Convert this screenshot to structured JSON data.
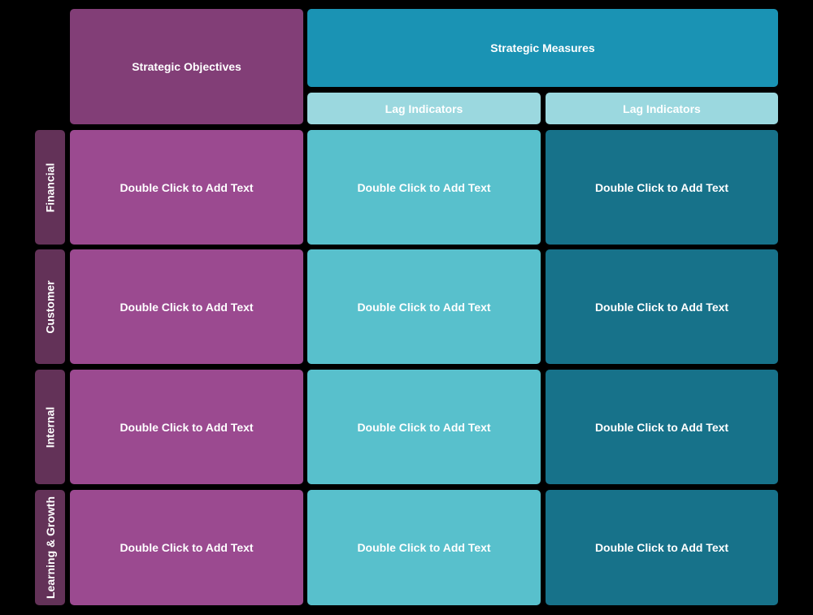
{
  "header": {
    "objectives_label": "Strategic Objectives",
    "measures_label": "Strategic Measures",
    "lag_labels": [
      "Lag Indicators",
      "Lag Indicators"
    ]
  },
  "rows": [
    {
      "label": "Financial",
      "cells": [
        "Double Click to Add Text",
        "Double Click to Add Text",
        "Double Click to Add Text"
      ]
    },
    {
      "label": "Customer",
      "cells": [
        "Double Click to Add Text",
        "Double Click to Add Text",
        "Double Click to Add Text"
      ]
    },
    {
      "label": "Internal",
      "cells": [
        "Double Click to Add Text",
        "Double Click to Add Text",
        "Double Click to Add Text"
      ]
    },
    {
      "label": "Learning & Growth",
      "cells": [
        "Double Click to Add Text",
        "Double Click to Add Text",
        "Double Click to Add Text"
      ]
    }
  ],
  "colors": {
    "objectives_header": "#823e77",
    "measures_header": "#1a93b4",
    "lag_header": "#9bd8df",
    "row_label": "#633258",
    "objective_cell": "#9b4a90",
    "measure_cell_1": "#58c0cc",
    "measure_cell_2": "#17728a",
    "background": "#000000"
  }
}
